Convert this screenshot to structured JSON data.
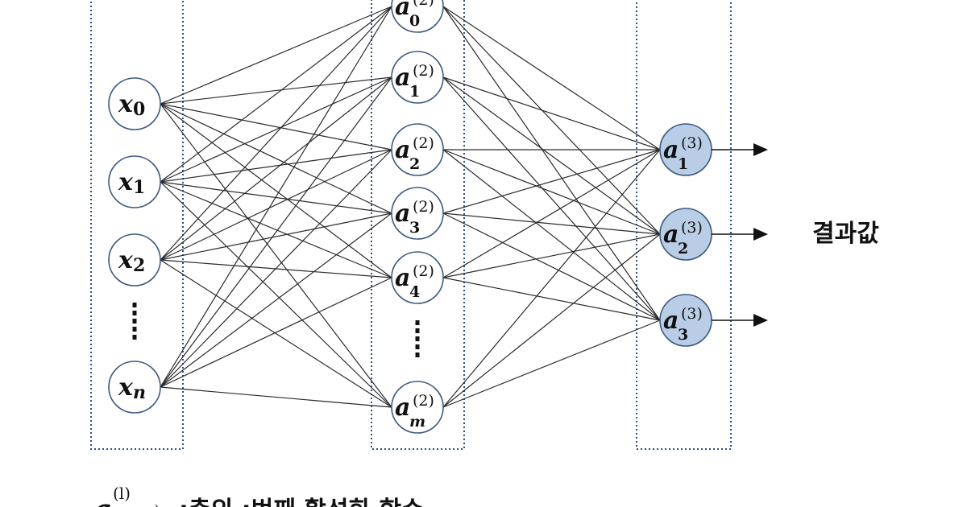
{
  "layers": [
    {
      "name": "input",
      "nodes": [
        {
          "base": "x",
          "sub": "0",
          "sup": ""
        },
        {
          "base": "x",
          "sub": "1",
          "sup": ""
        },
        {
          "base": "x",
          "sub": "2",
          "sup": ""
        },
        {
          "ellipsis": true
        },
        {
          "base": "x",
          "sub": "n",
          "sup": ""
        }
      ]
    },
    {
      "name": "hidden",
      "nodes": [
        {
          "base": "a",
          "sub": "0",
          "sup": "(2)"
        },
        {
          "base": "a",
          "sub": "1",
          "sup": "(2)"
        },
        {
          "base": "a",
          "sub": "2",
          "sup": "(2)"
        },
        {
          "base": "a",
          "sub": "3",
          "sup": "(2)"
        },
        {
          "base": "a",
          "sub": "4",
          "sup": "(2)"
        },
        {
          "ellipsis": true
        },
        {
          "base": "a",
          "sub": "m",
          "sup": "(2)"
        }
      ]
    },
    {
      "name": "output",
      "nodes": [
        {
          "base": "a",
          "sub": "1",
          "sup": "(3)"
        },
        {
          "base": "a",
          "sub": "2",
          "sup": "(3)"
        },
        {
          "base": "a",
          "sub": "3",
          "sup": "(3)"
        }
      ]
    }
  ],
  "result_label": "결과값",
  "legend": {
    "symbol_base": "a",
    "symbol_sup": "(l)",
    "arrow": "→",
    "text": ":층의 :번째 활성화 함수"
  },
  "colors": {
    "output_node_fill": "#b9cde6",
    "layer_border": "#2e4f88"
  }
}
